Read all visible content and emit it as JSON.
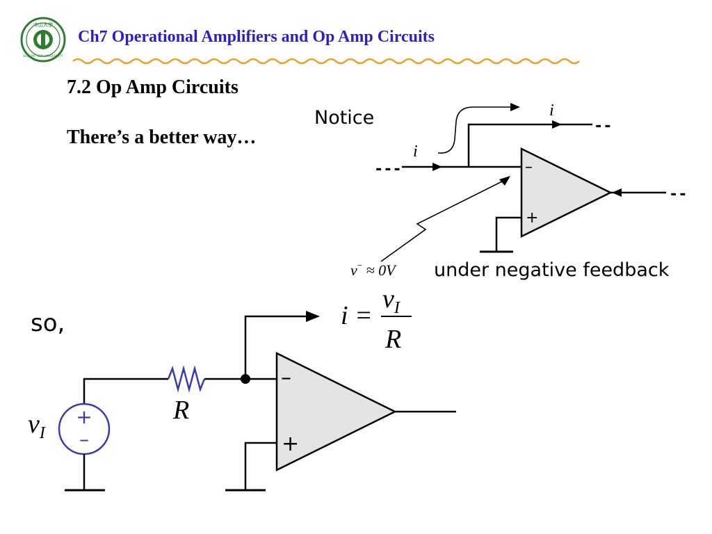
{
  "header": {
    "title": "Ch7 Operational Amplifiers and Op Amp Circuits",
    "logo_text": "SUN YAT-SEN UNIVERSITY",
    "logo_chars": "中山大學",
    "accent": "#2a1fd0",
    "rule_color": "#f0a020"
  },
  "content": {
    "section": "7.2 Op Amp Circuits",
    "subtitle": "There’s a better way…"
  },
  "diagram_top": {
    "notice": "Notice",
    "current_label_top": "i",
    "current_label_in": "i",
    "dashes_left": "---",
    "dashes_right_top": "--",
    "dashes_right_out": "--",
    "minus_sign": "–",
    "plus_sign": "+",
    "vminus": "v",
    "vminus_sup": "−",
    "approx": " ≈ 0V",
    "note": "under negative feedback"
  },
  "diagram_bottom": {
    "so": "so,",
    "i_eq": "i =",
    "frac_num": "v",
    "frac_num_sub": "I",
    "frac_den": "R",
    "resistor_label": "R",
    "source_label": "v",
    "source_label_sub": "I",
    "source_plus": "+",
    "source_minus": "–",
    "opamp_minus": "–",
    "opamp_plus": "+",
    "opamp_fill": "#e4e4e4",
    "source_color": "#3a3ab0"
  }
}
